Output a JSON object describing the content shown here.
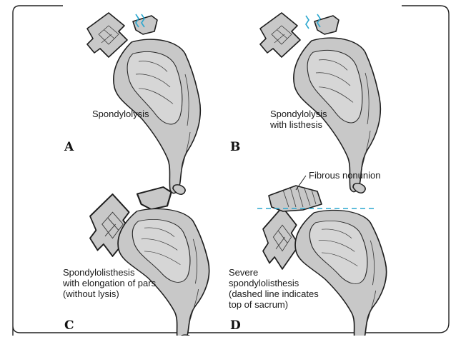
{
  "panels": [
    {
      "letter": "A",
      "caption": "Spondylolysis"
    },
    {
      "letter": "B",
      "caption": "Spondylolysis\nwith listhesis"
    },
    {
      "letter": "C",
      "caption": "Spondylolisthesis\nwith elongation of pars\n(without lysis)"
    },
    {
      "letter": "D",
      "caption": "Severe\nspondylolisthesis\n(dashed line indicates\ntop of sacrum)"
    }
  ],
  "callout": "Fibrous nonunion",
  "colors": {
    "bone": "#c8c8c8",
    "highlight": "#2aa7cf",
    "outline": "#1e1e1e"
  }
}
